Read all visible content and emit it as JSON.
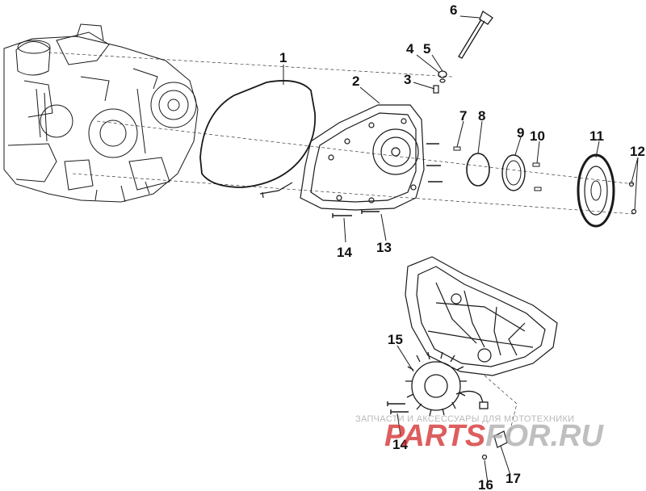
{
  "callouts": [
    {
      "id": "1",
      "text": "1"
    },
    {
      "id": "2",
      "text": "2"
    },
    {
      "id": "3",
      "text": "3"
    },
    {
      "id": "4",
      "text": "4"
    },
    {
      "id": "5",
      "text": "5"
    },
    {
      "id": "6",
      "text": "6"
    },
    {
      "id": "7",
      "text": "7"
    },
    {
      "id": "8",
      "text": "8"
    },
    {
      "id": "9",
      "text": "9"
    },
    {
      "id": "10",
      "text": "10"
    },
    {
      "id": "11",
      "text": "11"
    },
    {
      "id": "12",
      "text": "12"
    },
    {
      "id": "13",
      "text": "13"
    },
    {
      "id": "14a",
      "text": "14"
    },
    {
      "id": "14b",
      "text": "14"
    },
    {
      "id": "15",
      "text": "15"
    },
    {
      "id": "16",
      "text": "16"
    },
    {
      "id": "17",
      "text": "17"
    }
  ],
  "watermark": {
    "tagline": "ЗАПЧАСТИ И АКСЕССУАРЫ ДЛЯ МОТОТЕХНИКИ",
    "brand_red": "PARTS",
    "brand_gray": "FOR.RU"
  },
  "colors": {
    "line": "#1a1a1a",
    "watermark_red": "#d22828",
    "watermark_gray": "#aaaaaa"
  }
}
